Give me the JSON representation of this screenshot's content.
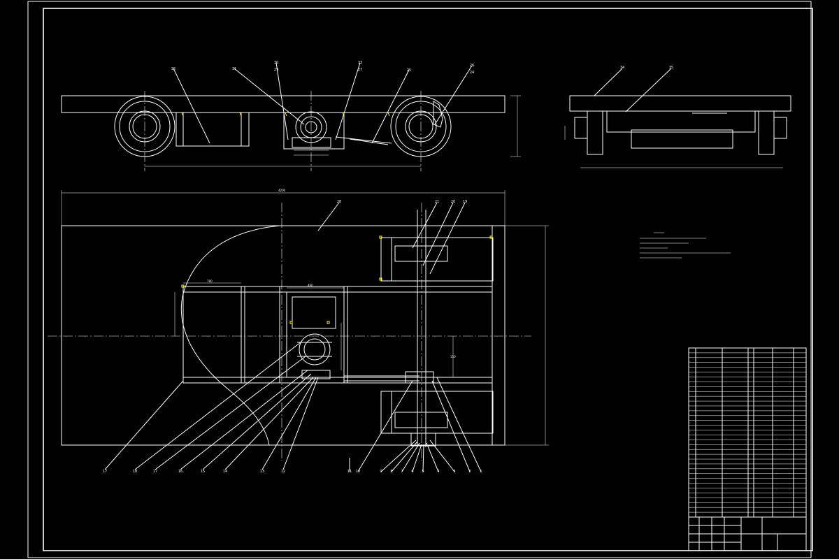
{
  "drawing": {
    "background": "#000000",
    "line_color": "#ffffff",
    "highlight_color": "#ffff00",
    "balloons_top": [
      "32",
      "31",
      "30",
      "29",
      "33",
      "27",
      "25",
      "26",
      "24"
    ],
    "balloons_right": [
      "34",
      "35"
    ],
    "balloons_plan_top": [
      "28",
      "21",
      "20",
      "19"
    ],
    "balloons_bottom": [
      "17",
      "18",
      "17",
      "16",
      "15",
      "14",
      "13",
      "12",
      "11",
      "10",
      "9",
      "8",
      "7",
      "6",
      "5",
      "4",
      "3",
      "2",
      "1"
    ]
  }
}
